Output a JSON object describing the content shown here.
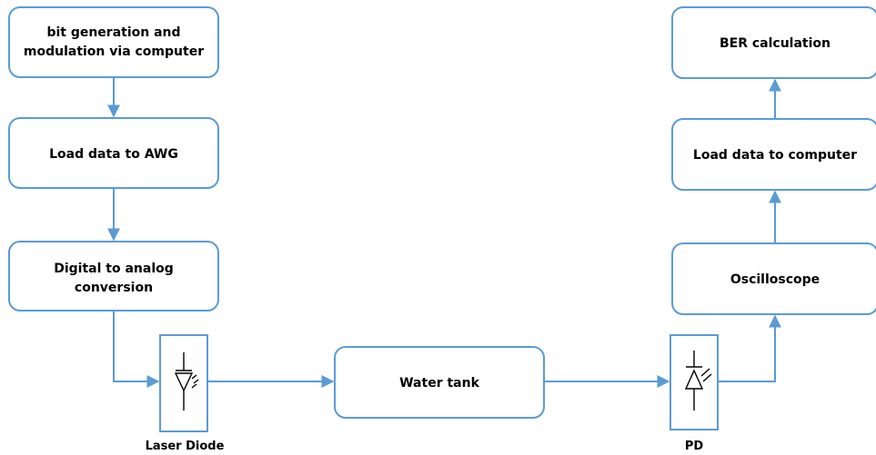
{
  "boxes": {
    "bit_generation": {
      "line1": "bit generation and",
      "line2": "modulation via computer"
    },
    "load_awg": {
      "label": "Load data to AWG"
    },
    "dac": {
      "line1": "Digital to analog",
      "line2": "conversion"
    },
    "water_tank": {
      "label": "Water tank"
    },
    "oscilloscope": {
      "label": "Oscilloscope"
    },
    "load_computer": {
      "label": "Load data to computer"
    },
    "ber": {
      "label": "BER calculation"
    }
  },
  "devices": {
    "laser_diode": {
      "label": "Laser Diode",
      "icon": "laser-diode-icon"
    },
    "photodiode": {
      "label": "PD",
      "icon": "photodiode-icon"
    }
  },
  "colors": {
    "accent": "#5b9bd5",
    "text": "#000000",
    "background": "#ffffff"
  }
}
